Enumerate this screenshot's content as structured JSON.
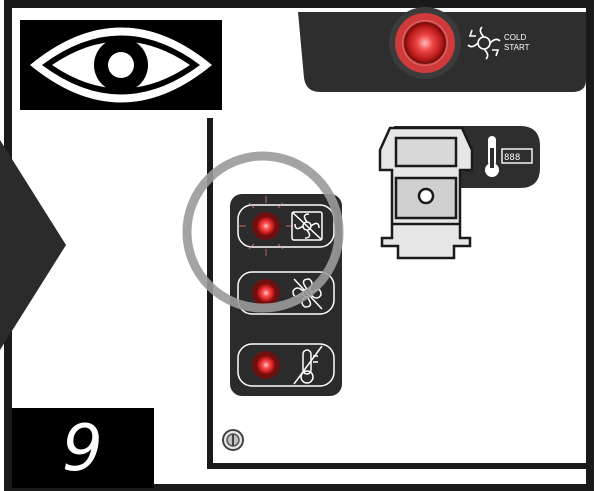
{
  "step": {
    "number": "9"
  },
  "cold_start": {
    "label_line1": "COLD",
    "label_line2": "START"
  },
  "thermostat": {
    "display": "888"
  },
  "icons": {
    "eye": "eye-icon",
    "fan_rotate": "fan-rotate-icon",
    "fan_crossed_arrows": "fan-crossed-arrows-icon",
    "fan_crossed": "fan-crossed-icon",
    "thermometer_crossed": "thermometer-crossed-icon",
    "thermometer": "thermometer-icon",
    "screw": "screw-icon",
    "connector": "electrical-plug-icon"
  },
  "colors": {
    "panel": "#2b2b2b",
    "led_red": "#e23a3a",
    "highlight_ring": "#9a9a9a",
    "frame": "#1a1a1a"
  }
}
